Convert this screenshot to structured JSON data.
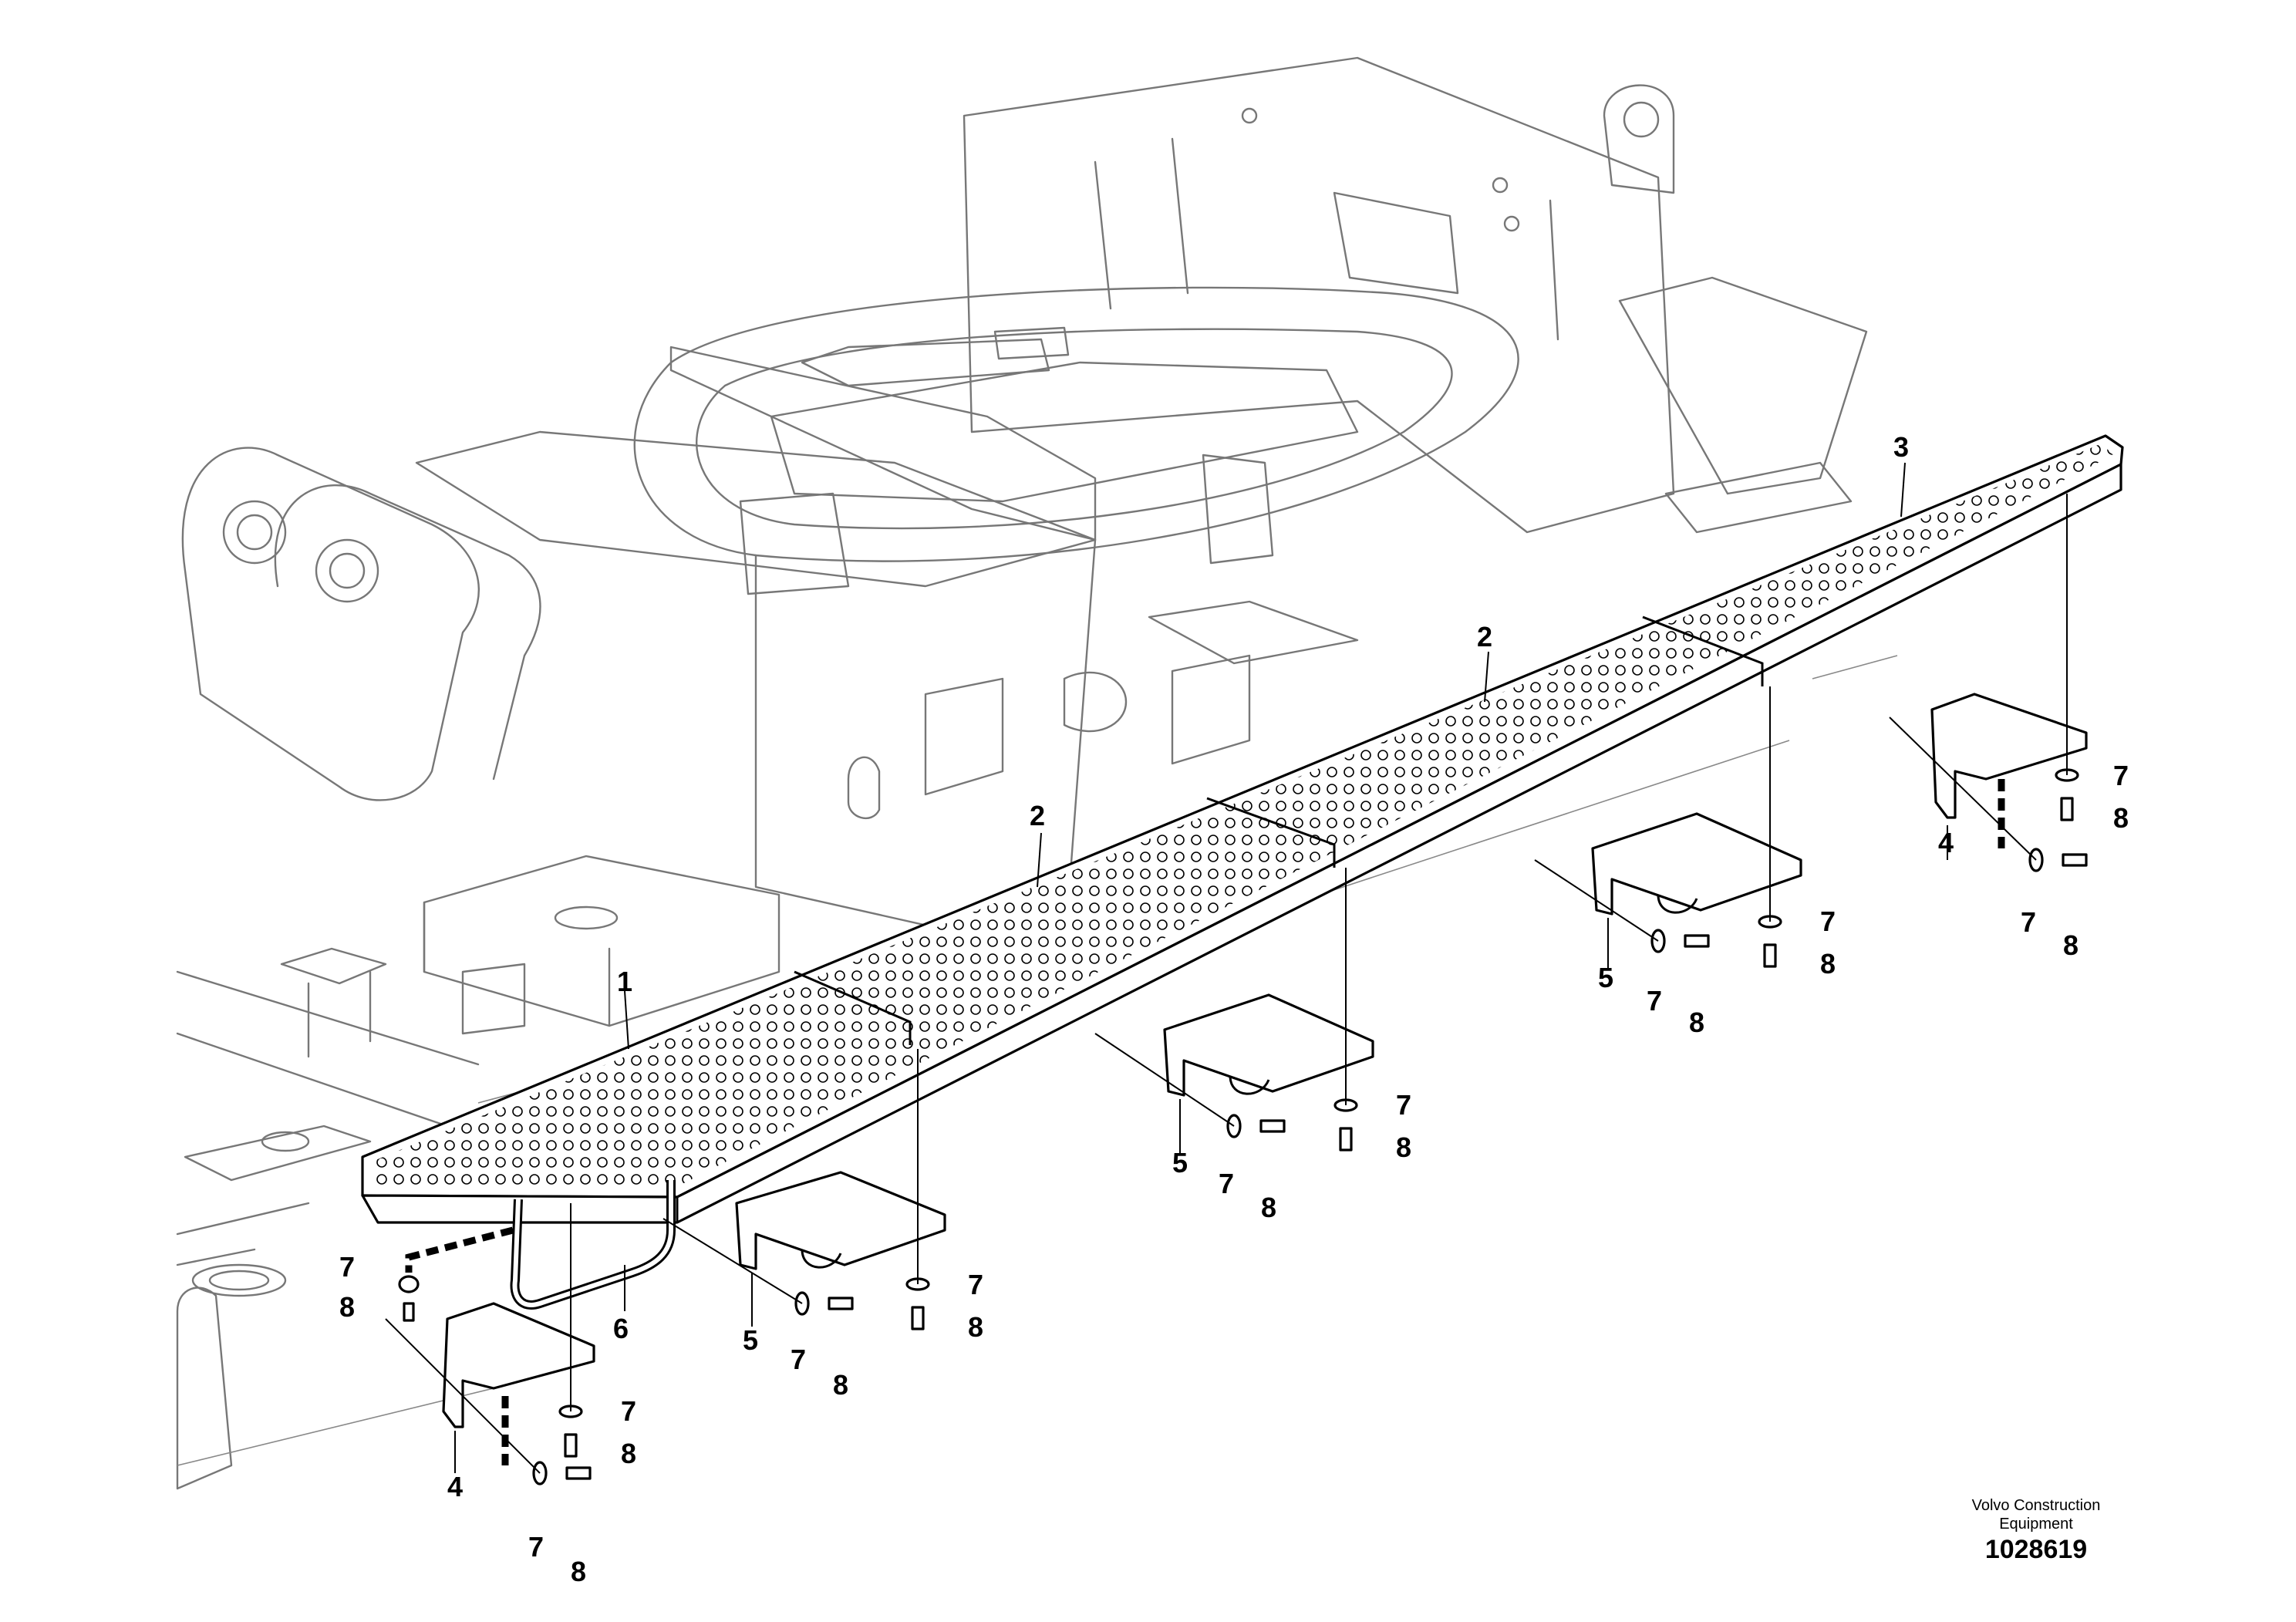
{
  "callouts": {
    "step_front": "1",
    "step_mid": "2",
    "step_rear": "3",
    "bracket_end": "4",
    "bracket_mid": "5",
    "handle": "6",
    "washer": "7",
    "screw": "8"
  },
  "footer": {
    "credit_line1": "Volvo Construction",
    "credit_line2": "Equipment",
    "drawing_number": "1028619"
  }
}
